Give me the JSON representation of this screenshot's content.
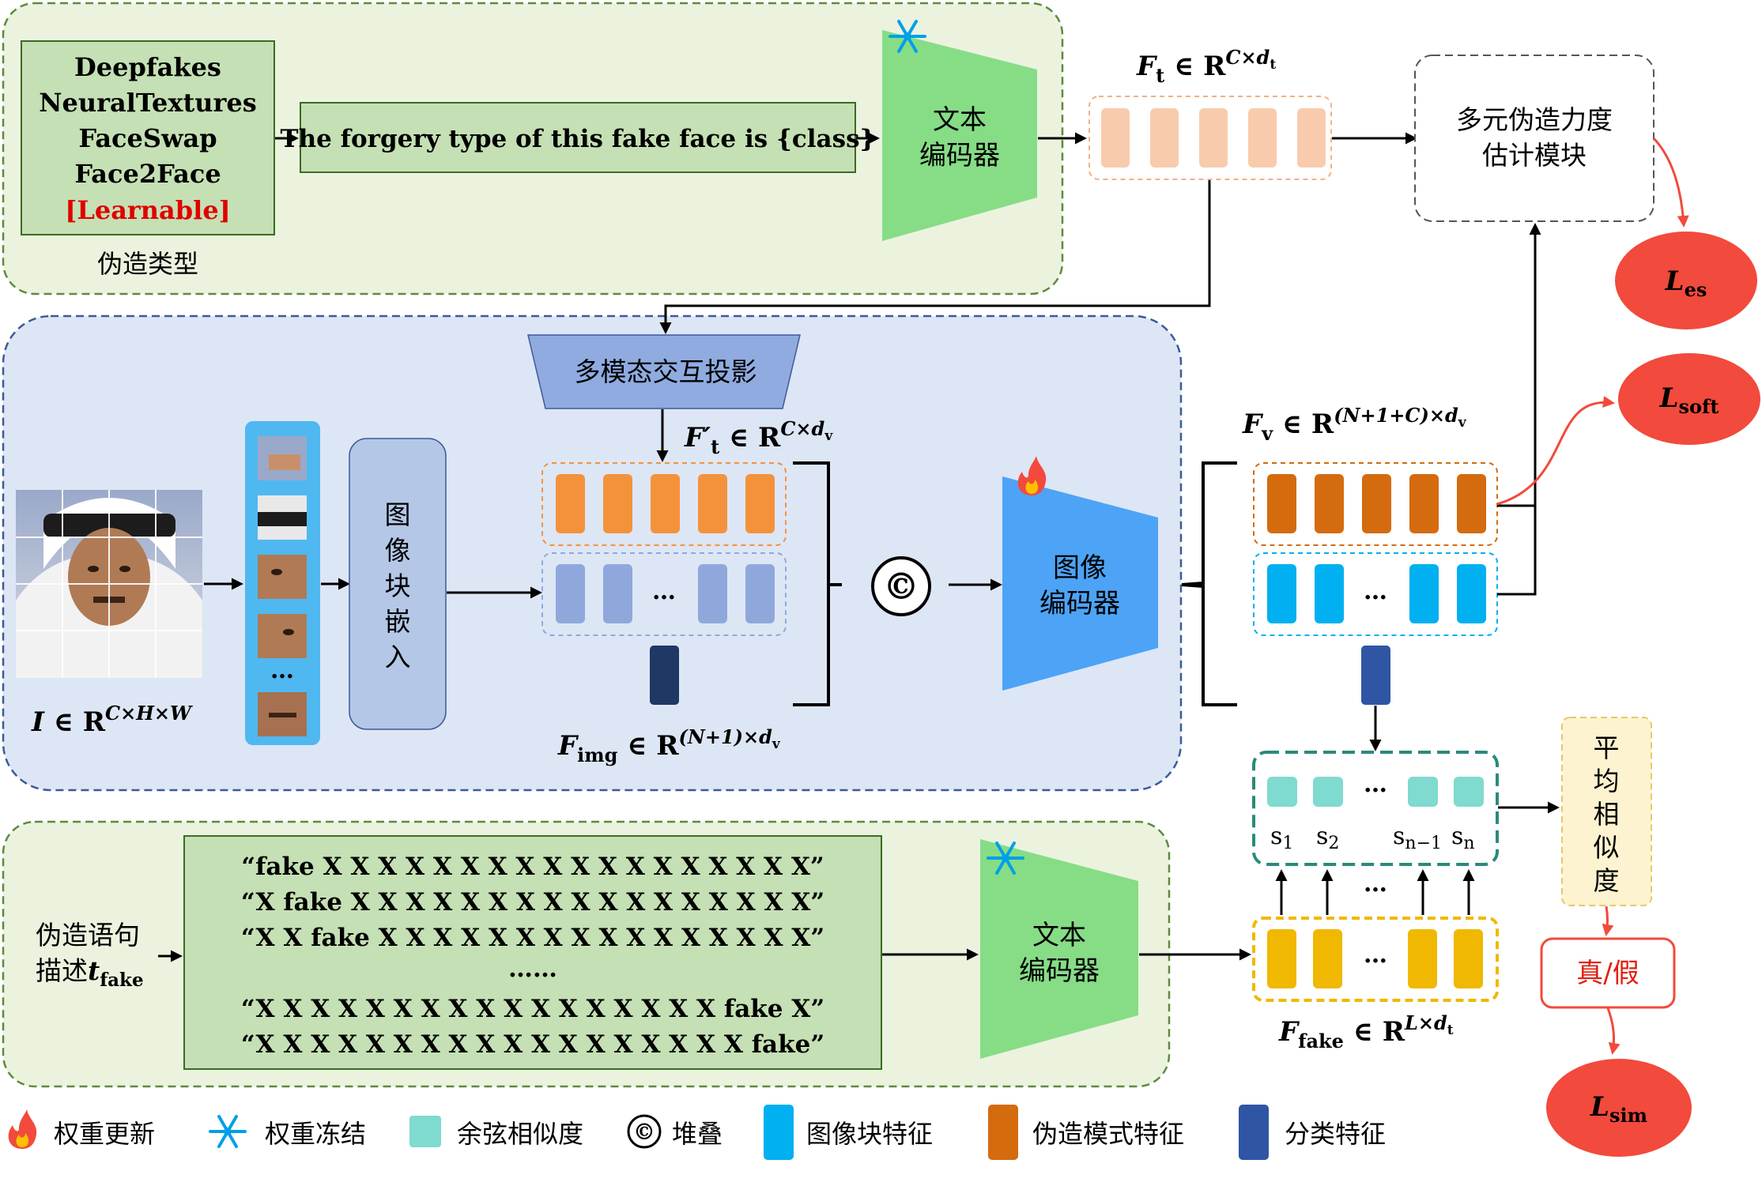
{
  "colors": {
    "green_panel_fill": "#ebf3df",
    "green_panel_border": "#5f8a3e",
    "green_box_fill": "#c5e0b4",
    "blue_panel_fill": "#dde6f5",
    "blue_panel_border": "#3c5a9a",
    "text_encoder": "#86dd86",
    "image_encoder": "#4da3f5",
    "projection": "#8fabe0",
    "text_feature": "#f8cbad",
    "img_pattern_feature": "#f4923c",
    "img_patch_feature": "#8fa8dc",
    "cls_dark": "#1f3864",
    "pattern_feature": "#d46b0e",
    "patch_feature": "#00b0f0",
    "cls_feature": "#2f55a4",
    "cosine": "#7fdad0",
    "fake_feature": "#f0b800",
    "loss_red": "#f24a3c",
    "avg_fill": "#fdf3d0",
    "learnable_red": "#e00000"
  },
  "top": {
    "forgery_types": [
      "Deepfakes",
      "NeuralTextures",
      "FaceSwap",
      "Face2Face",
      "[Learnable]"
    ],
    "forgery_types_label": "伪造类型",
    "prompt": "The forgery type of this fake face is {class}",
    "text_encoder": [
      "文本",
      "编码器"
    ],
    "ft_label": "F",
    "ft_sub": "t",
    "ft_rest": " ∈ R",
    "ft_sup": "C×d",
    "ft_sup_sub": "t",
    "estimator": [
      "多元伪造力度",
      "估计模块"
    ]
  },
  "middle": {
    "projection": "多模态交互投影",
    "ftp_label": "F′",
    "ftp_sub": "t",
    "ftp_rest": " ∈ R",
    "ftp_sup": "C×d",
    "ftp_sup_sub": "v",
    "image_label": "I",
    "image_rest": " ∈ R",
    "image_sup": "C×H×W",
    "patch_embed": [
      "图",
      "像",
      "块",
      "嵌",
      "入"
    ],
    "fimg_label": "F",
    "fimg_sub": "img",
    "fimg_rest": " ∈ R",
    "fimg_sup": "(N+1)×d",
    "fimg_sup_sub": "v",
    "concat_symbol": "©",
    "image_encoder": [
      "图像",
      "编码器"
    ],
    "fv_label": "F",
    "fv_sub": "v",
    "fv_rest": " ∈ R",
    "fv_sup": "(N+1+C)×d",
    "fv_sup_sub": "v",
    "ellipsis": "…"
  },
  "bottom": {
    "desc_label": [
      "伪造语句",
      "描述"
    ],
    "desc_t": "t",
    "desc_t_sub": "fake",
    "sentences": [
      "“fake X X X X X X X X X X X X X X X X X X”",
      "“X fake X X X X X X X X X X X X X X X X X”",
      "“X X fake X X X X X X X X X X X X X X X X”",
      "……",
      "“X X X X X X X X X X X X X X X X X fake X”",
      "“X X X X X X X X X X X X X X X X X X fake”"
    ],
    "text_encoder": [
      "文本",
      "编码器"
    ],
    "ffake_label": "F",
    "ffake_sub": "fake",
    "ffake_rest": " ∈ R",
    "ffake_sup": "L×d",
    "ffake_sup_sub": "t"
  },
  "right": {
    "s_labels": [
      "s",
      "s",
      "s",
      "s"
    ],
    "s_subs": [
      "1",
      "2",
      "n−1",
      "n"
    ],
    "avg_similarity": [
      "平",
      "均",
      "相",
      "似",
      "度"
    ],
    "real_fake": "真/假",
    "loss_es": "L",
    "loss_es_sub": "es",
    "loss_soft": "L",
    "loss_soft_sub": "soft",
    "loss_sim": "L",
    "loss_sim_sub": "sim"
  },
  "legend": [
    {
      "icon": "fire-icon",
      "label": "权重更新"
    },
    {
      "icon": "snowflake-icon",
      "label": "权重冻结"
    },
    {
      "icon": "cosine-swatch",
      "label": "余弦相似度"
    },
    {
      "icon": "concat-symbol",
      "label": "堆叠"
    },
    {
      "icon": "patch-swatch",
      "label": "图像块特征"
    },
    {
      "icon": "pattern-swatch",
      "label": "伪造模式特征"
    },
    {
      "icon": "cls-swatch",
      "label": "分类特征"
    }
  ],
  "legend_concat_symbol": "©"
}
